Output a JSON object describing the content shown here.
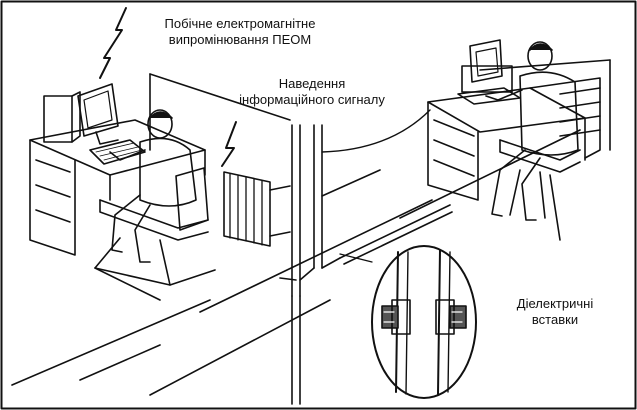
{
  "labels": {
    "emission_line1": "Побічне електромагнітне",
    "emission_line2": "випромінювання ПЕОМ",
    "signal_line1": "Наведення",
    "signal_line2": "інформаційного сигналу",
    "inserts_line1": "Діелектричні",
    "inserts_line2": "вставки"
  },
  "colors": {
    "ink": "#111111",
    "paper": "#ffffff",
    "shade": "#555555"
  }
}
